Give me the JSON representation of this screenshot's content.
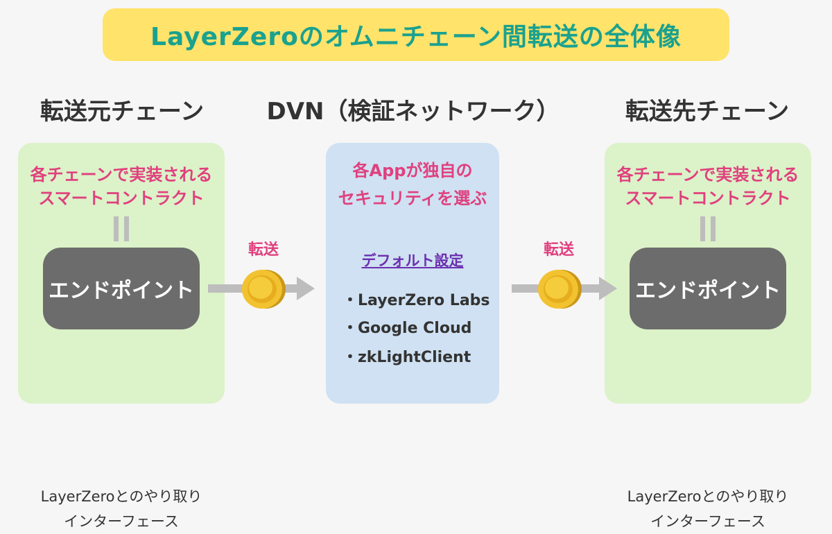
{
  "title": "LayerZeroのオムニチェーン間転送の全体像",
  "columns": {
    "source": "転送元チェーン",
    "dvn": "DVN（検証ネットワーク）",
    "destination": "転送先チェーン"
  },
  "chain_panel": {
    "contract_line1": "各チェーンで実装される",
    "contract_line2": "スマートコントラクト",
    "endpoint": "エンドポイント",
    "interface_line1": "LayerZeroとのやり取り",
    "interface_line2": "インターフェース"
  },
  "transfer_label": "転送",
  "dvn_panel": {
    "line1": "各Appが独自の",
    "line2": "セキュリティを選ぶ",
    "default_label": "デフォルト設定",
    "validators": [
      "・LayerZero Labs",
      "・Google Cloud",
      "・zkLightClient"
    ]
  },
  "colors": {
    "title_bg": "#ffe36a",
    "title_text": "#1aa18f",
    "green_panel": "#dcf2c9",
    "blue_panel": "#cfe1f2",
    "pink_text": "#e0407e",
    "endpoint_bg": "#6c6c6c",
    "arrow": "#bdbdbd",
    "coin": "#f2c230"
  }
}
